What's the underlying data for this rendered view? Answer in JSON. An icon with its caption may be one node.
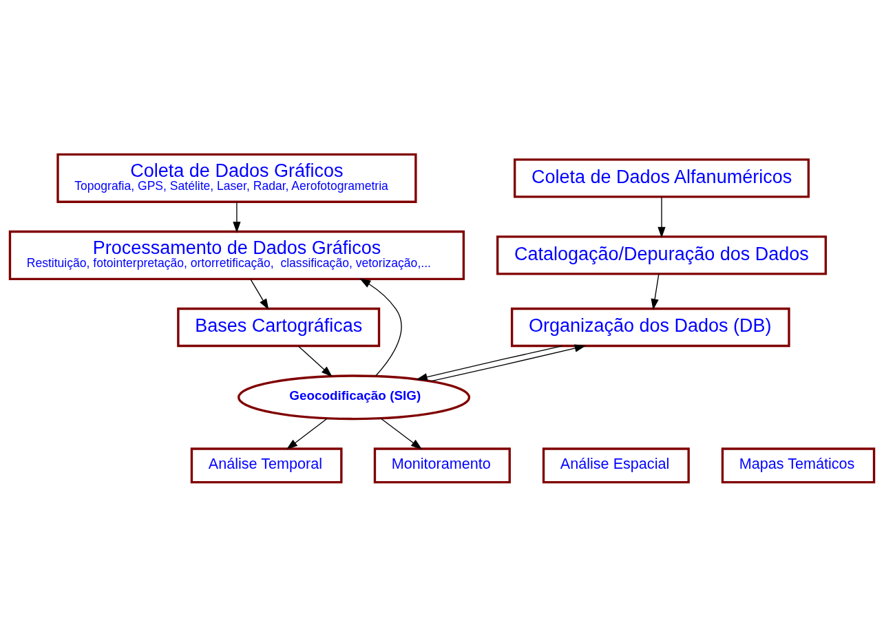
{
  "diagram": {
    "nodes": [
      {
        "text": [
          "Coleta de Dados Gráficos",
          "Topografia, GPS, Satélite, Laser, Radar, Aerofotogrametria"
        ]
      },
      {
        "text": [
          "Coleta de Dados Alfanuméricos"
        ]
      },
      {
        "text": [
          "Processamento de Dados Gráficos",
          "Restituição, fotointerpretação, ortorretificação,  classificação, vetorização,..."
        ]
      },
      {
        "text": [
          "Catalogação/Depuração dos Dados"
        ]
      },
      {
        "text": [
          "Bases Cartográficas"
        ]
      },
      {
        "text": [
          "Organização dos Dados (DB)"
        ]
      },
      {
        "text": [
          "Geocodificação (SIG)"
        ]
      },
      {
        "text": [
          "Análise Espacial"
        ]
      },
      {
        "text": [
          "Mapas Temáticos"
        ]
      },
      {
        "text": [
          "Análise Temporal"
        ]
      },
      {
        "text": [
          "Monitoramento"
        ]
      }
    ],
    "edges": [
      {
        "from": 0,
        "to": 2,
        "arrow": "to"
      },
      {
        "from": 2,
        "to": 4,
        "arrow": "to"
      },
      {
        "from": 1,
        "to": 3,
        "arrow": "to"
      },
      {
        "from": 3,
        "to": 5,
        "arrow": "to"
      },
      {
        "from": 4,
        "to": 6,
        "arrow": "to"
      },
      {
        "from": 5,
        "to": 6,
        "arrow": "to"
      },
      {
        "from": 6,
        "to": 2,
        "arrow": "to"
      },
      {
        "from": 6,
        "to": 5,
        "arrow": "to"
      },
      {
        "from": 6,
        "to": 9,
        "arrow": "to"
      },
      {
        "from": 6,
        "to": 10,
        "arrow": "to"
      }
    ]
  }
}
